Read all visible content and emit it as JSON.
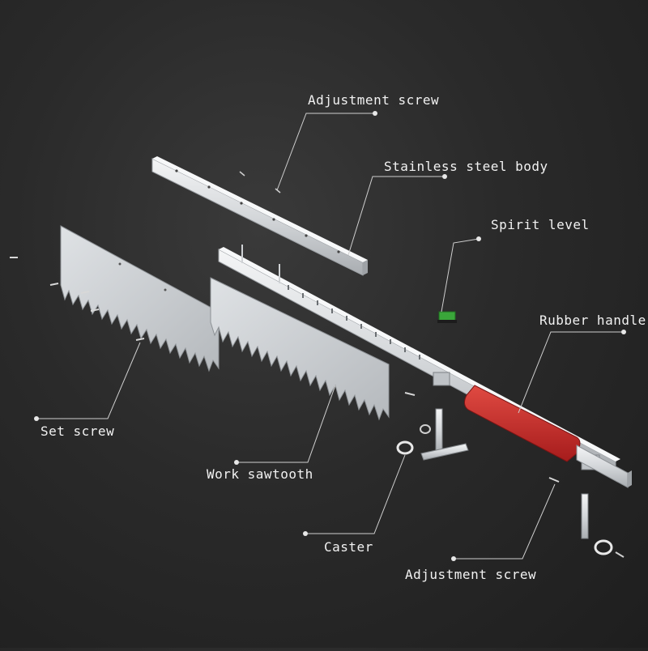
{
  "labels": {
    "adjustment_screw_top": "Adjustment screw",
    "stainless_steel_body": "Stainless steel body",
    "spirit_level": "Spirit level",
    "rubber_handle": "Rubber handle",
    "set_screw": "Set screw",
    "work_sawtooth": "Work sawtooth",
    "caster": "Caster",
    "adjustment_screw_bottom": "Adjustment screw"
  },
  "colors": {
    "background": "#2a2a2a",
    "steel": "#d9dcdf",
    "handle": "#c62828",
    "level_green": "#3aa63a",
    "text": "#f2f2f2"
  }
}
